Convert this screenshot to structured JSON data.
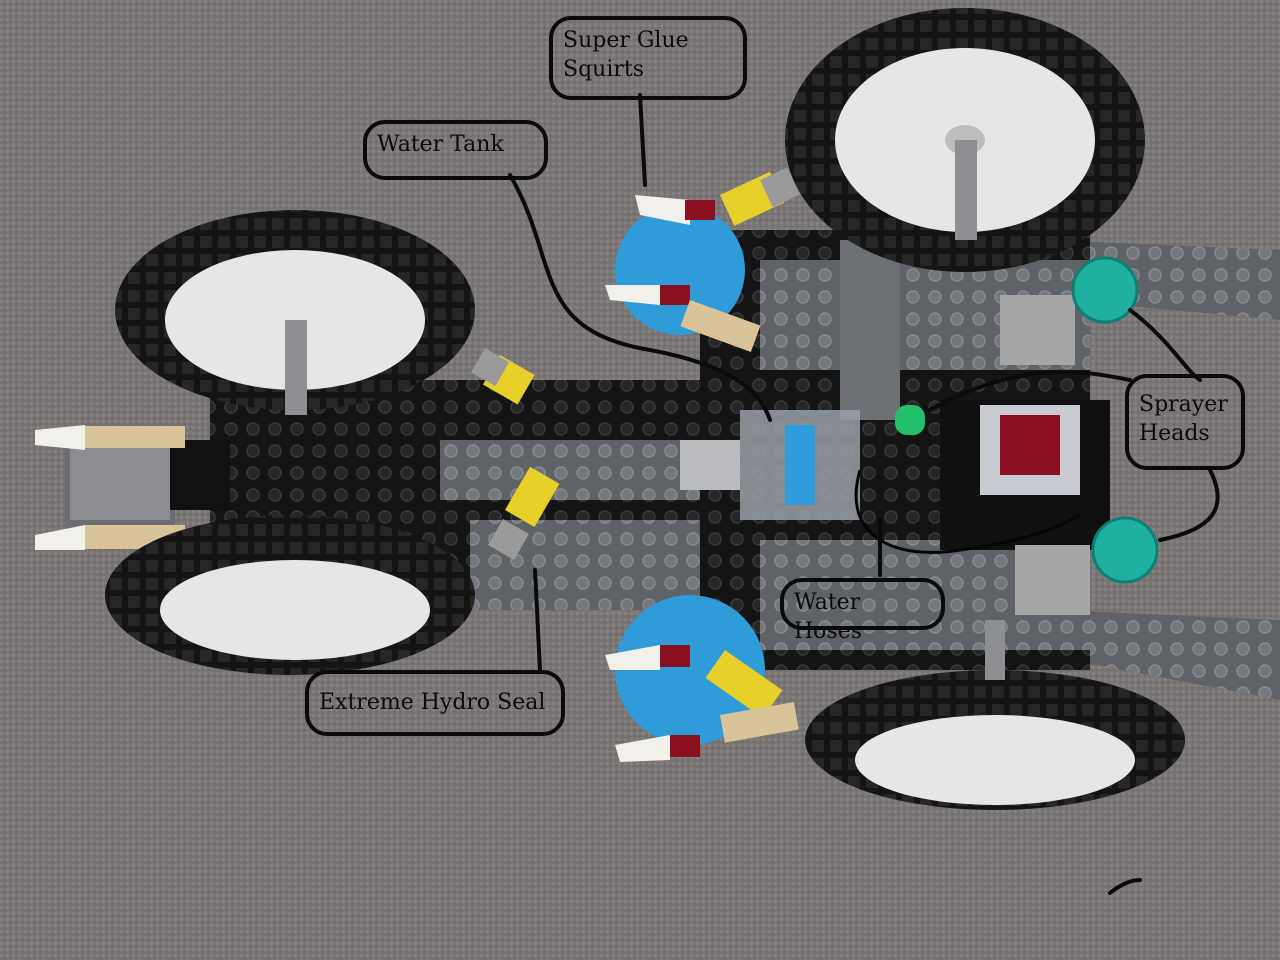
{
  "labels": {
    "super_glue": "Super Glue\nSquirts",
    "water_tank": "Water Tank",
    "sprayer_heads": "Sprayer\nHeads",
    "water_hoses": "Water Hoses",
    "hydro_seal": "Extreme Hydro Seal"
  },
  "colors": {
    "carpet": "#7d7878",
    "ink": "#0a0a0a",
    "tire": "#1a1a1a",
    "hub": "#e6e6e6",
    "brick_black": "#121212",
    "brick_gray": "#6e7074",
    "brick_blue": "#2f9bd8",
    "accent_yellow": "#e8d02a",
    "accent_tan": "#d8c498",
    "accent_red": "#8a1020",
    "trans_green": "#1fb0a0"
  }
}
